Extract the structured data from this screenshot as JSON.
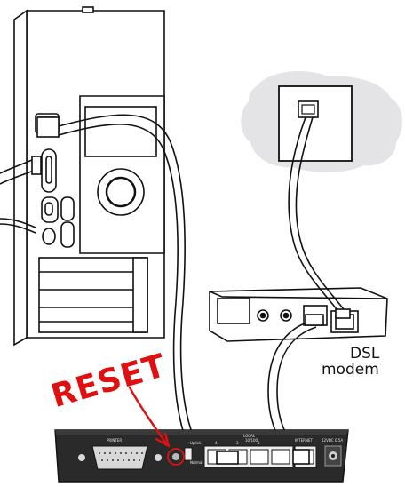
{
  "diagram": {
    "modem_label_line1": "DSL",
    "modem_label_line2": "modem",
    "reset_annotation": "RESET",
    "router_port_labels": {
      "printer": "PRINTER",
      "uplink": "Uplink",
      "normal": "Normal",
      "lan": "LOCAL",
      "lan_sub": "10/100",
      "port_4": "4",
      "port_3": "3",
      "port_2": "2",
      "internet": "INTERNET",
      "power": "12VDC 0.5A"
    },
    "colors": {
      "annotation": "#e01010",
      "router_body": "#2a2a2a",
      "cloud": "#e4e4e6",
      "outline": "#111111"
    },
    "icons": [
      "computer-tower-icon",
      "wall-phone-jack-icon",
      "dsl-modem-icon",
      "router-icon",
      "ethernet-cable-icon",
      "phone-cable-icon",
      "reset-circle-icon",
      "annotation-arrow-icon"
    ]
  }
}
